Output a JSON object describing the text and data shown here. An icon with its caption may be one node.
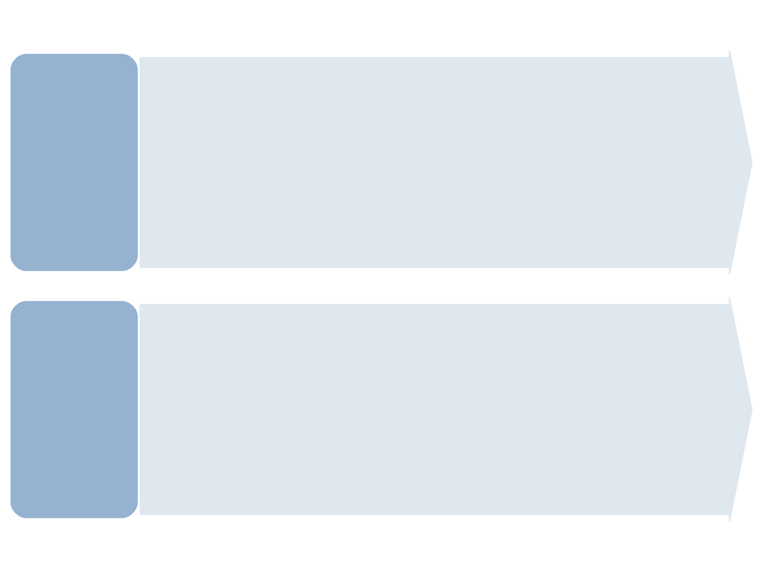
{
  "diagram": {
    "nodes": [
      {
        "text": [],
        "shape": "box"
      },
      {
        "text": [],
        "shape": "arrow"
      },
      {
        "text": [],
        "shape": "box"
      },
      {
        "text": [],
        "shape": "arrow"
      }
    ]
  }
}
